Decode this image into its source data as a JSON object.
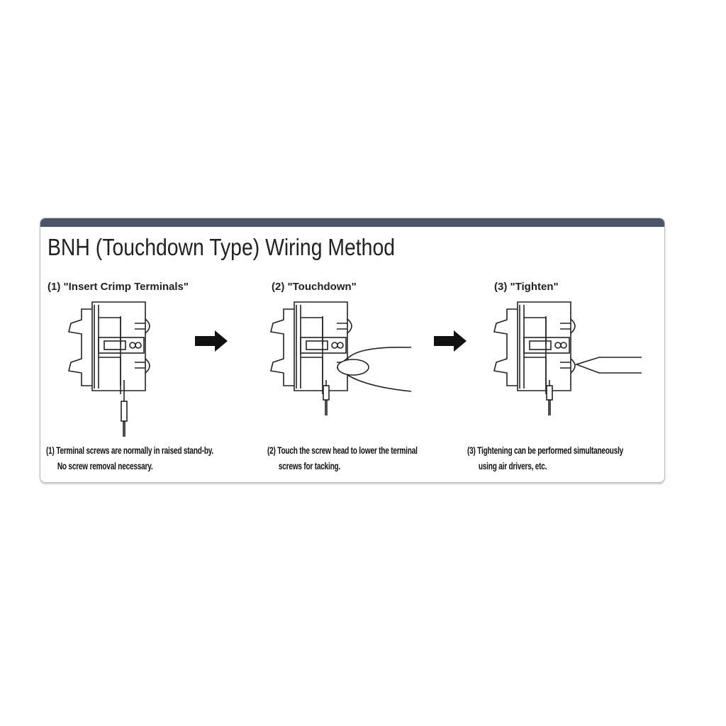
{
  "title": "BNH (Touchdown Type) Wiring Method",
  "steps": [
    {
      "label": "(1) \"Insert Crimp Terminals\"",
      "caption_line1": "(1) Terminal screws are normally in raised stand-by.",
      "caption_line2": "No screw removal necessary."
    },
    {
      "label": "(2) \"Touchdown\"",
      "caption_line1": "(2) Touch the screw head to lower the terminal",
      "caption_line2": "screws for tacking."
    },
    {
      "label": "(3) \"Tighten\"",
      "caption_line1": "(3) Tightening can be performed simultaneously",
      "caption_line2": "using air drivers, etc."
    }
  ],
  "colors": {
    "header_bar": "#4b5567",
    "border": "#b8bcc4"
  }
}
